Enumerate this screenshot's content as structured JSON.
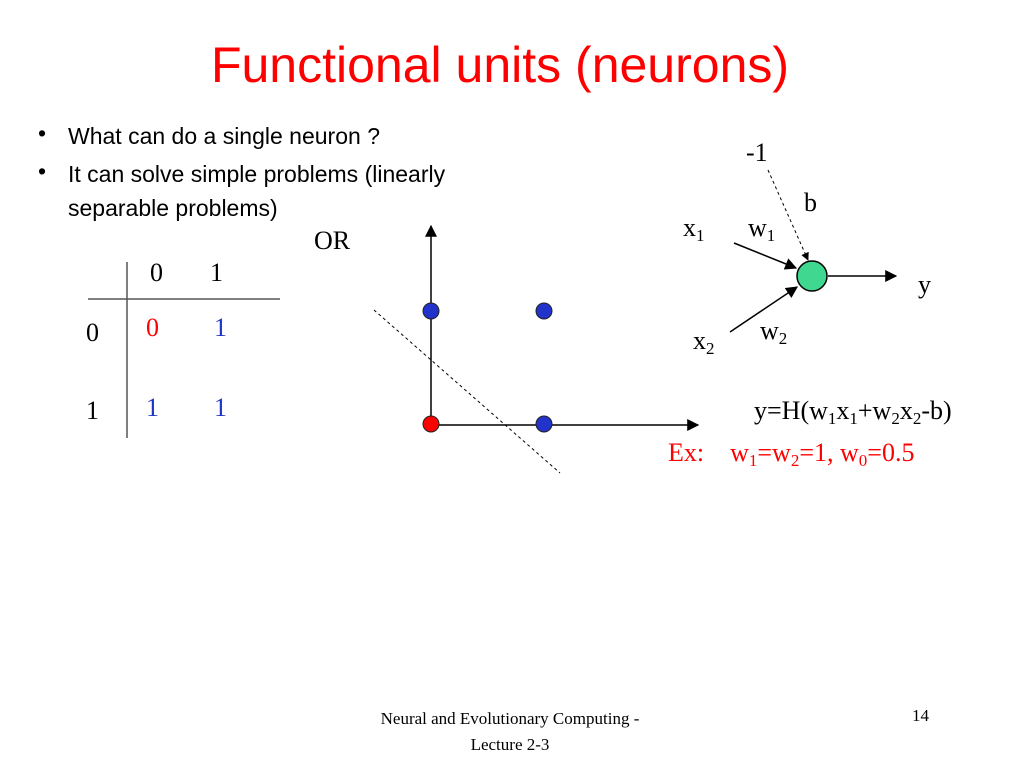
{
  "title": "Functional units (neurons)",
  "bullets": [
    {
      "line1": "What can do a single neuron ?",
      "line2": ""
    },
    {
      "line1": "It can solve simple problems (linearly",
      "line2": "separable problems)"
    }
  ],
  "truth_table": {
    "col_headers": [
      "0",
      "1"
    ],
    "row_headers": [
      "0",
      "1"
    ],
    "cells": [
      [
        "0",
        "1"
      ],
      [
        "1",
        "1"
      ]
    ]
  },
  "plot": {
    "label": "OR",
    "points": [
      {
        "x": 0,
        "y": 0,
        "class": 0,
        "color": "#ff0000"
      },
      {
        "x": 1,
        "y": 0,
        "class": 1,
        "color": "#2233cc"
      },
      {
        "x": 0,
        "y": 1,
        "class": 1,
        "color": "#2233cc"
      },
      {
        "x": 1,
        "y": 1,
        "class": 1,
        "color": "#2233cc"
      }
    ]
  },
  "neuron": {
    "bias_input": "-1",
    "bias_label": "b",
    "x1": "x",
    "x1_sub": "1",
    "w1": "w",
    "w1_sub": "1",
    "x2": "x",
    "x2_sub": "2",
    "w2": "w",
    "w2_sub": "2",
    "output": "y",
    "node_color": "#40d890"
  },
  "formula": {
    "p1": "y=H(w",
    "s1": "1",
    "p2": "x",
    "s2": "1",
    "p3": "+w",
    "s3": "2",
    "p4": "x",
    "s4": "2",
    "p5": "-b)"
  },
  "example": {
    "prefix": "Ex:",
    "p1": "w",
    "s1": "1",
    "p2": "=w",
    "s2": "2",
    "p3": "=1, w",
    "s3": "0",
    "p4": "=0.5"
  },
  "footer": {
    "line1": "Neural and Evolutionary Computing -",
    "line2": "Lecture 2-3",
    "slide_number": "14"
  }
}
